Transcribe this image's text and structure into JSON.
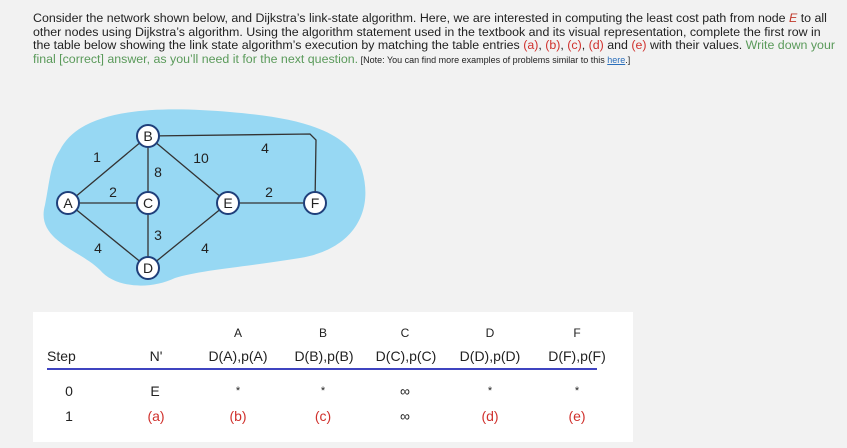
{
  "question": {
    "p1": "Consider the network shown below, and Dijkstra’s link-state algorithm. Here, we are interested in computing the least cost path from node ",
    "node": "E",
    "p2": " to all other nodes using Dijkstra’s algorithm. Using the algorithm statement used in the textbook and its visual representation, complete the first row in the table below showing the link state algorithm’s execution by matching the table entries ",
    "a": "(a)",
    "sep1": ", ",
    "b": "(b)",
    "sep2": ", ",
    "c": "(c)",
    "sep3": ", ",
    "d": "(d)",
    "sep4": " and ",
    "e": "(e)",
    "p3": " with their values. ",
    "green": "Write down your final [correct] answer, as you’ll need it for the next question.",
    "note1": " [Note: You can find more examples of problems similar to this ",
    "link": "here",
    "note2": ".]"
  },
  "graph": {
    "nodes": {
      "A": "A",
      "B": "B",
      "C": "C",
      "D": "D",
      "E": "E",
      "F": "F"
    },
    "weights": {
      "AB": "1",
      "AC": "2",
      "AD": "4",
      "BC": "8",
      "BE": "10",
      "BF": "4",
      "CD": "3",
      "DE": "4",
      "EF": "2"
    },
    "colors": {
      "blob": "#97d8f3",
      "node_border": "#1f3f7a",
      "edge": "#333333"
    }
  },
  "table": {
    "headers_top": [
      "A",
      "B",
      "C",
      "D",
      "F"
    ],
    "headers": [
      "Step",
      "N'",
      "D(A),p(A)",
      "D(B),p(B)",
      "D(C),p(C)",
      "D(D),p(D)",
      "D(F),p(F)"
    ],
    "rows": [
      [
        "0",
        "E",
        "*",
        "*",
        "∞",
        "*",
        "*"
      ],
      [
        "1",
        "(a)",
        "(b)",
        "(c)",
        "∞",
        "(d)",
        "(e)"
      ]
    ],
    "colors": {
      "rule": "#3f44c0",
      "answer": "#d0312d"
    }
  }
}
